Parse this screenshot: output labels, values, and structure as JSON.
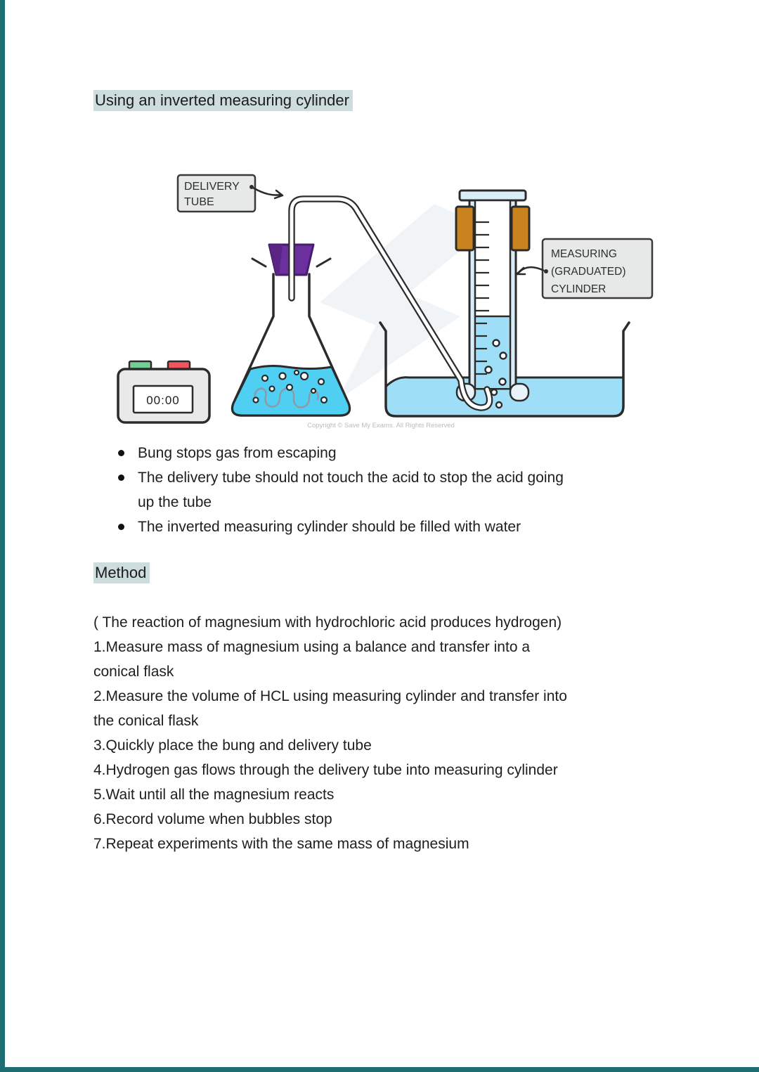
{
  "page": {
    "edge_accent_color": "#1d6e70",
    "highlight_color": "#cddcdd"
  },
  "headings": {
    "section1": "Using an inverted measuring cylinder",
    "method": "Method"
  },
  "diagram": {
    "delivery_tube_label": [
      "DELIVERY",
      "TUBE"
    ],
    "measuring_cylinder_label": [
      "MEASURING",
      "(GRADUATED)",
      "CYLINDER"
    ],
    "timer_display": "00:00",
    "copyright": "Copyright © Save My Exams. All Rights Reserved",
    "colors": {
      "flask_liquid": "#4fd0f2",
      "water": "#9edff7",
      "bung_purple": "#6b2f9e",
      "clamp_orange": "#c8831f",
      "glass_tint": "#d9eef8",
      "timer_body": "#e9e9e9",
      "button_green": "#72d097",
      "button_red": "#f2555e",
      "label_tag_bg": "#e7e9e9"
    }
  },
  "bullets": [
    "Bung stops gas from escaping",
    "The delivery tube should not touch the acid to stop the acid going\nup the tube",
    "The inverted measuring cylinder should be filled with water"
  ],
  "method": {
    "intro": "( The reaction of magnesium with hydrochloric acid produces hydrogen)",
    "steps": [
      "1.Measure mass of  magnesium using a balance and transfer into a\nconical flask",
      "2.Measure the volume of HCL using measuring cylinder and transfer into\nthe conical flask",
      "3.Quickly place the bung and delivery tube",
      "4.Hydrogen gas flows through the delivery tube into measuring cylinder",
      "5.Wait until all the magnesium reacts",
      "6.Record volume when bubbles stop",
      "7.Repeat experiments with the same mass of magnesium"
    ]
  }
}
